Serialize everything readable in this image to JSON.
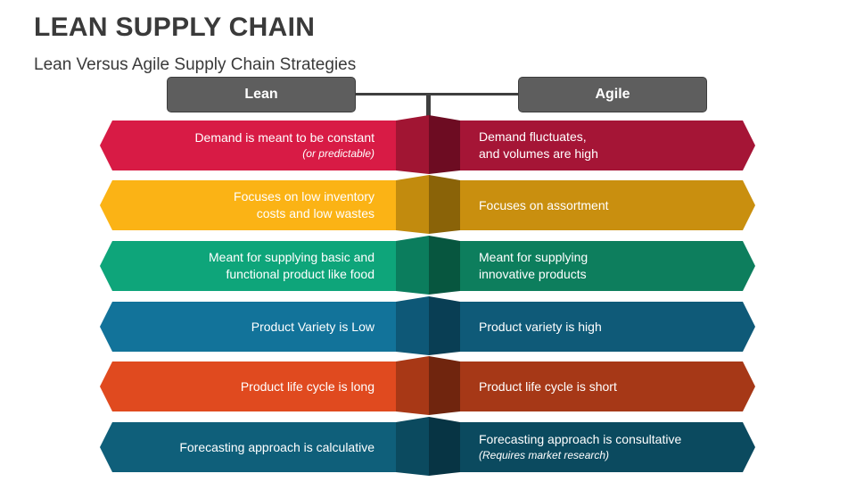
{
  "title": "LEAN SUPPLY CHAIN",
  "subtitle": "Lean Versus Agile Supply Chain Strategies",
  "columns": {
    "left": "Lean",
    "right": "Agile"
  },
  "rows": [
    {
      "color": "#d81b45",
      "dark_left": "#a11533",
      "dark_right": "#6d0c22",
      "right_color": "#a51536",
      "left": "Demand is meant to be constant",
      "left_note": "(or predictable)",
      "right": "Demand fluctuates,\nand volumes are high",
      "right_note": ""
    },
    {
      "color": "#fbb315",
      "dark_left": "#c28b0e",
      "dark_right": "#8a6308",
      "right_color": "#c98f0f",
      "left": "Focuses on low inventory\ncosts and low wastes",
      "left_note": "",
      "right": "Focuses on assortment",
      "right_note": ""
    },
    {
      "color": "#0ea57a",
      "dark_left": "#0b7d5d",
      "dark_right": "#07563f",
      "right_color": "#0d7e5d",
      "left": "Meant for supplying basic and\nfunctional product like food",
      "left_note": "",
      "right": "Meant for supplying\ninnovative products",
      "right_note": ""
    },
    {
      "color": "#12739a",
      "dark_left": "#0e5877",
      "dark_right": "#093e54",
      "right_color": "#0f5a78",
      "left": "Product Variety is Low",
      "left_note": "",
      "right": "Product variety is high",
      "right_note": ""
    },
    {
      "color": "#e04a1f",
      "dark_left": "#a83816",
      "dark_right": "#70250e",
      "right_color": "#a63817",
      "left": "Product life cycle is long",
      "left_note": "",
      "right": "Product life cycle is short",
      "right_note": ""
    },
    {
      "color": "#0f5f7a",
      "dark_left": "#0b4a5f",
      "dark_right": "#073444",
      "right_color": "#0b4a5f",
      "left": "Forecasting approach is calculative",
      "left_note": "",
      "right": "Forecasting approach is consultative",
      "right_note": "(Requires market research)"
    }
  ]
}
